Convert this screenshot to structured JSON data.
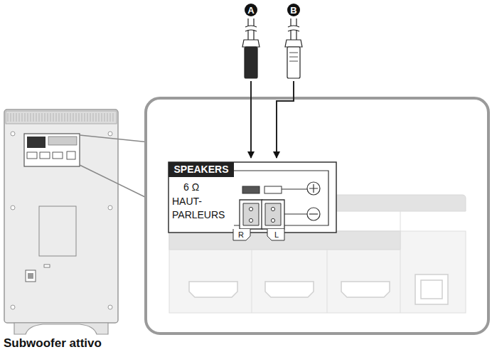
{
  "diagram": {
    "caption": "Subwoofer attivo",
    "nodes": [
      {
        "text": [
          "SPEAKERS",
          "6 Ω",
          "HAUT- PARLEURS"
        ]
      }
    ],
    "labels": [
      "A",
      "B",
      "R",
      "L"
    ]
  }
}
